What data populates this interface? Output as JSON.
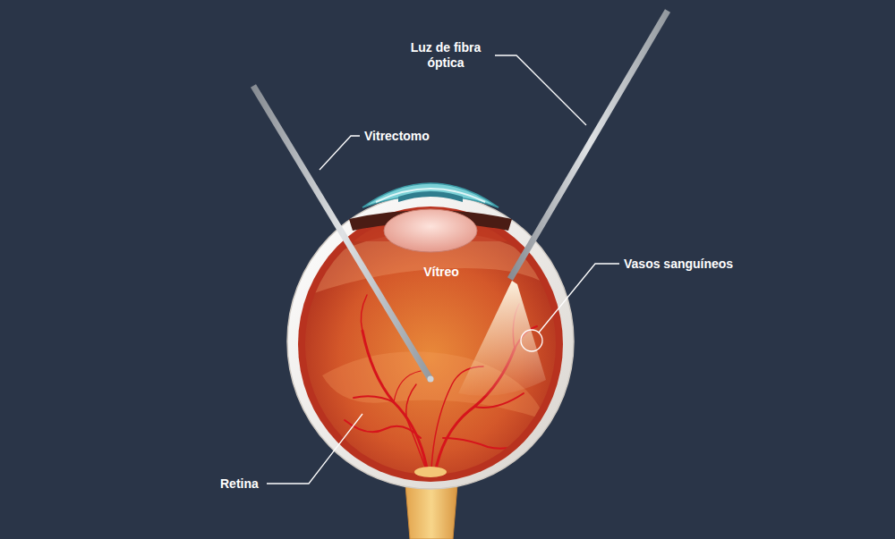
{
  "diagram": {
    "labels": [
      "Luz de fibra óptica",
      "Vitrectomo",
      "Vasos sanguíneos",
      "Vítreo",
      "Retina"
    ]
  }
}
